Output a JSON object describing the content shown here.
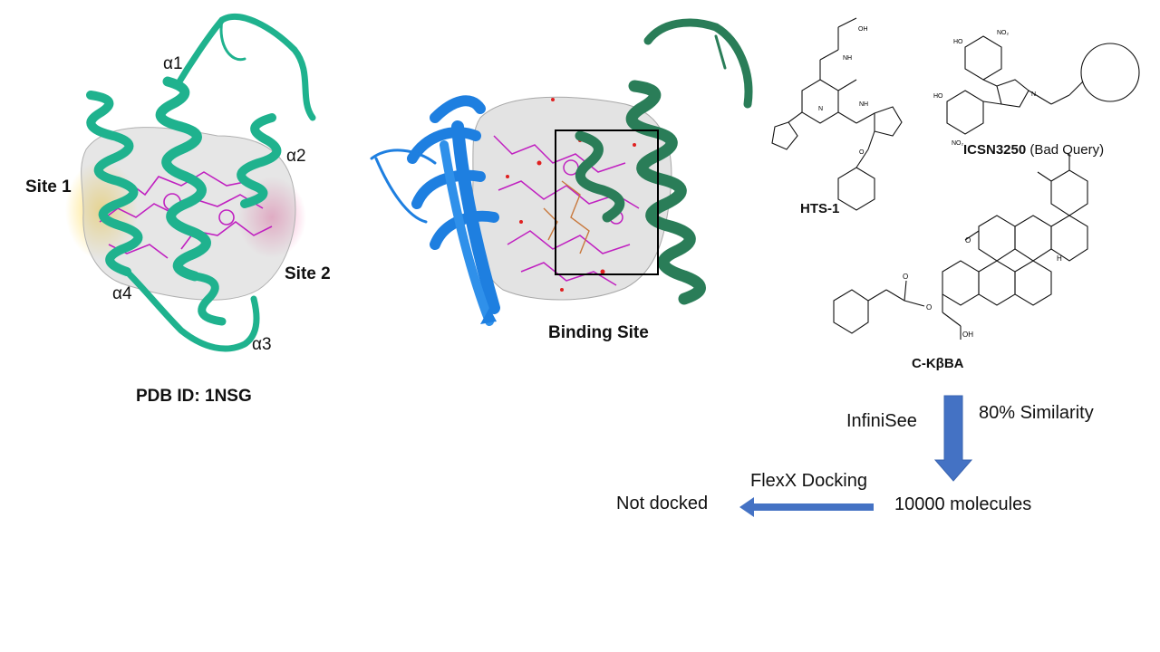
{
  "panel_left": {
    "helix_labels": [
      "α1",
      "α2",
      "α3",
      "α4"
    ],
    "site1": "Site 1",
    "site2": "Site 2",
    "caption": "PDB ID: 1NSG"
  },
  "panel_middle": {
    "caption": "Binding Site"
  },
  "molecules": {
    "hts1": "HTS-1",
    "icsn_name": "ICSN3250",
    "icsn_note": "(Bad Query)",
    "ckbba": "C-KβBA",
    "atoms": {
      "o": "O",
      "oh": "OH",
      "nh": "NH",
      "n": "N",
      "ho": "HO",
      "no2": "NO₂",
      "h": "H"
    }
  },
  "workflow": {
    "tool": "InfiniSee",
    "similarity": "80% Similarity",
    "docking": "FlexX Docking",
    "result_count": "10000 molecules",
    "not_docked": "Not docked"
  },
  "colors": {
    "helix_teal": "#1fb28e",
    "helix_dark": "#2a7d58",
    "sheet_blue": "#1e7fe0",
    "ligand_magenta": "#c020c0",
    "arrow_blue": "#4472c4",
    "site1_yellow": "#ffd84a",
    "site2_pink": "#f07ab0"
  }
}
